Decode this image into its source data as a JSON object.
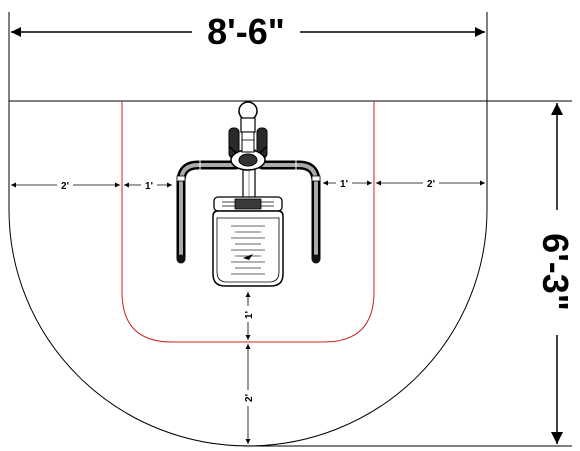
{
  "drawing": {
    "overall_width": "8'-6\"",
    "overall_depth": "6'-3\"",
    "left_outer_clearance": "2'",
    "left_inner_clearance": "1'",
    "right_inner_clearance": "1'",
    "right_outer_clearance": "2'",
    "front_inner_clearance": "1'",
    "front_outer_clearance": "2'",
    "colors": {
      "line": "#000000",
      "safety_zone": "#cc2222",
      "equipment_fill": "#ffffff",
      "equipment_shade": "#444444"
    }
  }
}
